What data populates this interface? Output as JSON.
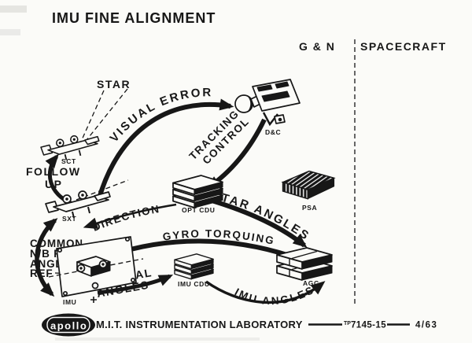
{
  "title": "IMU FINE ALIGNMENT",
  "zones": {
    "gn": "G & N",
    "spacecraft": "SPACECRAFT"
  },
  "annotations": {
    "star": "STAR",
    "common_nb_line1": "COMMON",
    "common_nb_line2": "N/B FOR",
    "common_nb_line3": "ANGLE",
    "common_nb_line4": "REF"
  },
  "flows": {
    "visual_error": "VISUAL ERROR",
    "tracking_line1": "TRACKING",
    "tracking_line2": "CONTROL",
    "follow_up_line1": "FOLLOW",
    "follow_up_line2": "UP",
    "star_angles": "STAR ANGLES",
    "direction": "DIRECTION",
    "gyro_torquing": "GYRO TORQUING",
    "gimbal_line1": "GIMBAL",
    "gimbal_line2": "ANGLES",
    "imu_angles": "IMU ANGLES"
  },
  "nodes": {
    "sct": "SCT",
    "sxt": "SXT",
    "opt_cdu": "OPT CDU",
    "psa": "PSA",
    "dsc": "D&C",
    "agc": "AGC",
    "imu_cdu": "IMU CDU",
    "imu": "IMU"
  },
  "footer": {
    "logo_text": "apollo",
    "lab_name": "M.I.T. INSTRUMENTATION LABORATORY",
    "doc_prefix": "TP",
    "doc_number": "7145-15",
    "issue_date": "4/63"
  },
  "colors": {
    "ink": "#171717",
    "paper": "#fbfbf8"
  }
}
